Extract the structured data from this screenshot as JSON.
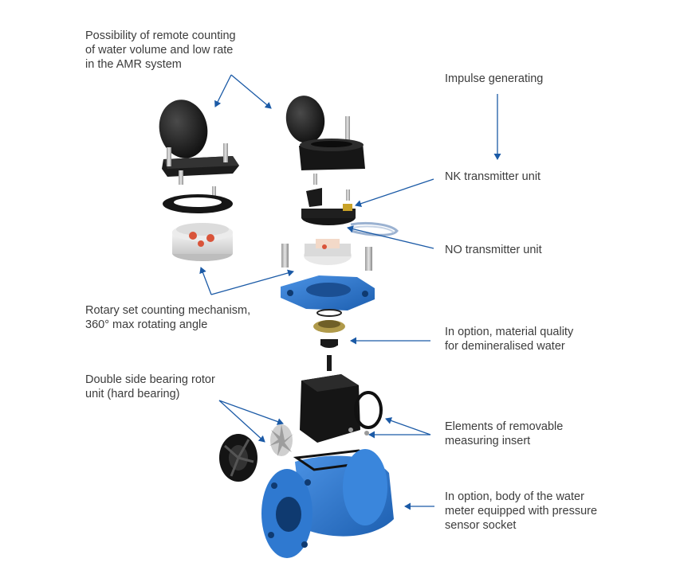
{
  "labels": {
    "remote_counting": [
      "Possibility of remote counting",
      "of water volume and low rate",
      "in the AMR system"
    ],
    "impulse": [
      "Impulse generating"
    ],
    "nk": [
      "NK transmitter unit"
    ],
    "no": [
      "NO transmitter unit"
    ],
    "rotary": [
      "Rotary set counting mechanism,",
      "360° max rotating angle"
    ],
    "demineralised": [
      "In option, material quality",
      "for demineralised water"
    ],
    "rotor": [
      "Double side bearing rotor",
      "unit (hard bearing)"
    ],
    "insert": [
      "Elements of removable",
      "measuring insert"
    ],
    "body": [
      "In option, body of the water",
      "meter equipped with pressure",
      "sensor socket"
    ]
  },
  "colors": {
    "arrow": "#1b5aa6",
    "text": "#3c3c3c",
    "meter_blue": "#2f79d0",
    "part_black": "#1a1a1a",
    "brass": "#b09a4a"
  }
}
